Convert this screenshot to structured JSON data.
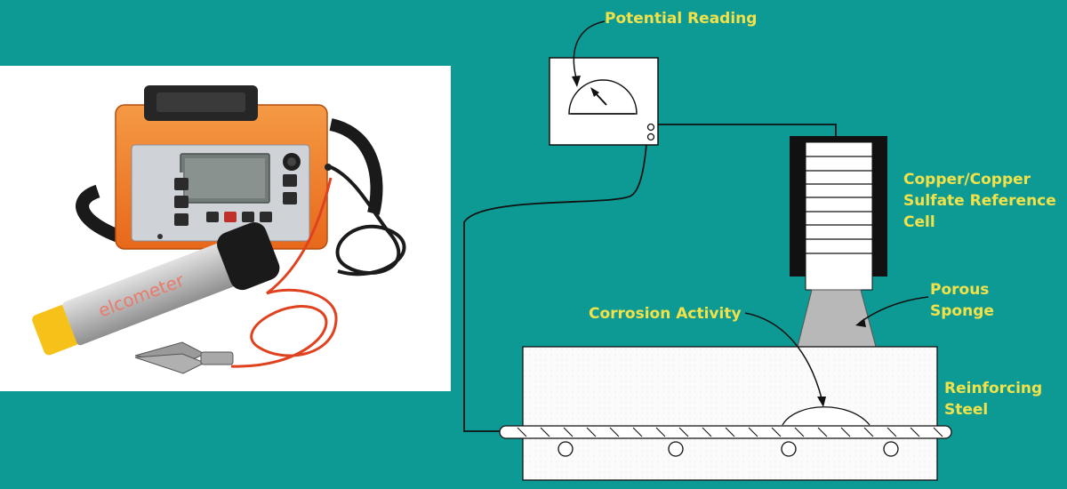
{
  "labels": {
    "potential_reading": "Potential Reading",
    "reference_cell": [
      "Copper/Copper",
      "Sulfate Reference",
      "Cell"
    ],
    "porous_sponge": [
      "Porous",
      "Sponge"
    ],
    "corrosion_activity": "Corrosion Activity",
    "reinforcing_steel": [
      "Reinforcing",
      "Steel"
    ]
  },
  "photo": {
    "brand_text": "elcometer"
  },
  "colors": {
    "background": "#0e9a94",
    "label": "#f2e24a",
    "device_orange": "#f07a22",
    "lead_red": "#e0421f",
    "probe_yellow": "#f6c21a"
  }
}
